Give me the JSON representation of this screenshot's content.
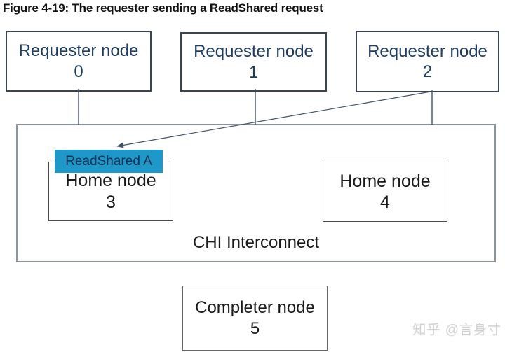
{
  "figure": {
    "title": "Figure 4-19: The requester sending a ReadShared request"
  },
  "diagram": {
    "requester_nodes": [
      {
        "label": "Requester node",
        "number": "0"
      },
      {
        "label": "Requester node",
        "number": "1"
      },
      {
        "label": "Requester node",
        "number": "2"
      }
    ],
    "interconnect": {
      "label": "CHI Interconnect"
    },
    "home_nodes": [
      {
        "label": "Home node",
        "number": "3"
      },
      {
        "label": "Home node",
        "number": "4"
      }
    ],
    "completer_node": {
      "label": "Completer node",
      "number": "5"
    },
    "message": {
      "label": "ReadShared A",
      "from": "Requester node 2",
      "to": "Home node 3"
    },
    "colors": {
      "message_background": "#1e98c8",
      "message_text": "#0e3050",
      "requester_text": "#1f3c61",
      "node_text": "#1a1a1a",
      "connector_line": "#44516b",
      "interconnect_border": "#8b949c"
    }
  },
  "watermark": {
    "text": "知乎 @言身寸"
  }
}
